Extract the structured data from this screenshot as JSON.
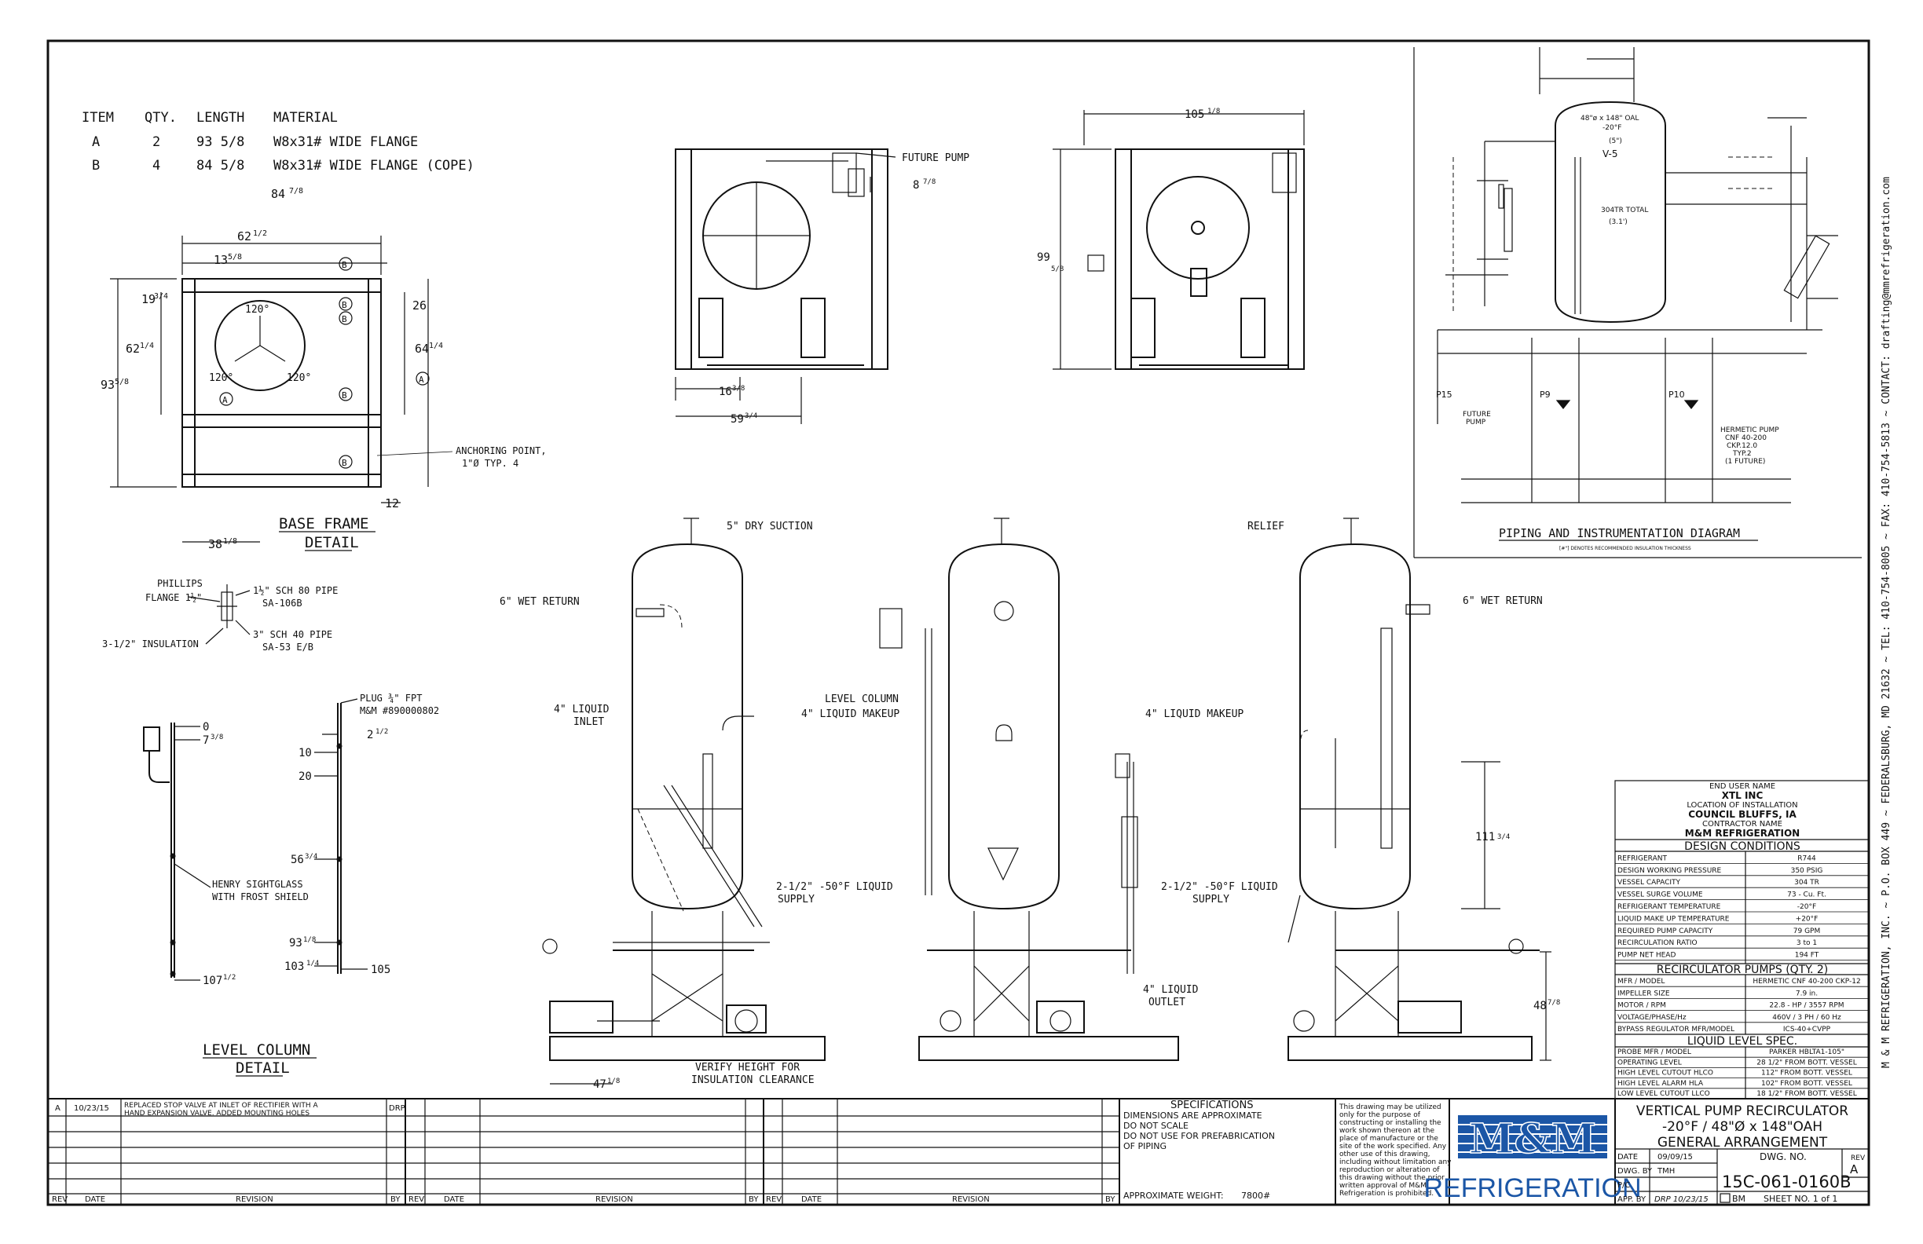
{
  "material_table": {
    "headers": [
      "ITEM",
      "QTY.",
      "LENGTH",
      "MATERIAL"
    ],
    "rows": [
      [
        "A",
        "2",
        "93 5/8",
        "W8x31# WIDE FLANGE"
      ],
      [
        "B",
        "4",
        "84 5/8",
        "W8x31# WIDE FLANGE (COPE)"
      ]
    ]
  },
  "base_frame": {
    "title": "BASE FRAME",
    "subtitle": "DETAIL",
    "dims": [
      "84",
      "62",
      "13",
      "19",
      "62",
      "93",
      "26",
      "64",
      "38",
      "12"
    ],
    "fracs": [
      "7/8",
      "1/2",
      "5/8",
      "3/4",
      "1/4",
      "5/8",
      "",
      "1/4",
      "1/8",
      ""
    ],
    "angles": [
      "120°",
      "120°",
      "120°"
    ],
    "bubbles": [
      "B",
      "B",
      "B",
      "A",
      "B",
      "A",
      "B"
    ],
    "anchor_note": [
      "ANCHORING POINT,",
      "1\"Ø TYP. 4"
    ]
  },
  "flange_detail": {
    "labels": [
      "PHILLIPS",
      "FLANGE 1½\"",
      "1½\" SCH 80 PIPE",
      "SA-106B",
      "3\" SCH 40 PIPE",
      "SA-53 E/B",
      "3-1/2\" INSULATION"
    ]
  },
  "level_column": {
    "title": "LEVEL COLUMN",
    "subtitle": "DETAIL",
    "left_marks": [
      "0",
      "7",
      "107"
    ],
    "left_fracs": [
      "",
      "3/8",
      "1/2"
    ],
    "right_marks": [
      "2",
      "10",
      "20",
      "56",
      "93",
      "103",
      "105"
    ],
    "right_fracs": [
      "1/2",
      "",
      "",
      "3/4",
      "1/8",
      "1/4",
      ""
    ],
    "plug": [
      "PLUG ¾\" FPT",
      "M&M #890000802"
    ],
    "sightglass": [
      "HENRY SIGHTGLASS",
      "WITH FROST SHIELD"
    ]
  },
  "top_view_1": {
    "note": "FUTURE PUMP",
    "dims": [
      "8",
      "16",
      "59"
    ],
    "fracs": [
      "7/8",
      "3/8",
      "3/4"
    ]
  },
  "top_view_2": {
    "dims": [
      "105",
      "99"
    ],
    "fracs": [
      "1/8",
      "5/8"
    ]
  },
  "pid": {
    "title": "PIPING AND INSTRUMENTATION DIAGRAM",
    "note": "[#\"] DENOTES RECOMMENDED INSULATION THICKNESS",
    "vessel": [
      "48\"ø x 148\" OAL",
      "-20°F",
      "(5\")",
      "V-5",
      "304TR TOTAL",
      "(3.1')"
    ],
    "pumps": [
      "P15",
      "FUTURE",
      "PUMP",
      "P9",
      "P10",
      "HERMETIC PUMP",
      "CNF 40-200",
      "CKP.12.0",
      "TYP.2",
      "(1 FUTURE)"
    ]
  },
  "elevations": {
    "front": {
      "labels": [
        "5\" DRY SUCTION",
        "6\" WET RETURN",
        "4\" LIQUID",
        "INLET",
        "4\" LIQUID MAKEUP",
        "2-1/2\" -50°F LIQUID",
        "SUPPLY",
        "VERIFY HEIGHT FOR",
        "INSULATION CLEARANCE"
      ],
      "dim": "47",
      "frac": "1/8"
    },
    "side": {
      "labels": [
        "LEVEL COLUMN",
        "4\" LIQUID",
        "OUTLET"
      ]
    },
    "rear": {
      "labels": [
        "RELIEF",
        "6\" WET RETURN",
        "4\" LIQUID MAKEUP",
        "2-1/2\" -50°F LIQUID",
        "SUPPLY"
      ],
      "dims": [
        "111",
        "48"
      ],
      "fracs": [
        "3/4",
        "7/8"
      ]
    }
  },
  "side_text": "M & M REFRIGERATION, INC. ~ P.O. BOX 449 ~ FEDERALSBURG, MD 21632 ~ TEL: 410-754-8005 ~ FAX: 410-754-5813 ~ CONTACT: drafting@mmrefrigeration.com",
  "project": {
    "end_user_label": "END USER NAME",
    "end_user": "XTL INC",
    "location_label": "LOCATION OF INSTALLATION",
    "location": "COUNCIL BLUFFS, IA",
    "contractor_label": "CONTRACTOR NAME",
    "contractor": "M&M REFRIGERATION"
  },
  "design_conditions": {
    "title": "DESIGN CONDITIONS",
    "rows": [
      [
        "REFRIGERANT",
        "R744"
      ],
      [
        "DESIGN WORKING PRESSURE",
        "350 PSIG"
      ],
      [
        "VESSEL CAPACITY",
        "304 TR"
      ],
      [
        "VESSEL SURGE VOLUME",
        "73 - Cu. Ft."
      ],
      [
        "REFRIGERANT TEMPERATURE",
        "-20°F"
      ],
      [
        "LIQUID MAKE UP TEMPERATURE",
        "+20°F"
      ],
      [
        "REQUIRED PUMP CAPACITY",
        "79 GPM"
      ],
      [
        "RECIRCULATION RATIO",
        "3 to 1"
      ],
      [
        "PUMP NET HEAD",
        "194 FT"
      ]
    ]
  },
  "pumps": {
    "title": "RECIRCULATOR PUMPS (QTY. 2)",
    "rows": [
      [
        "MFR / MODEL",
        "HERMETIC CNF 40-200 CKP-12"
      ],
      [
        "IMPELLER SIZE",
        "7.9 in."
      ],
      [
        "MOTOR / RPM",
        "22.8 - HP / 3557 RPM"
      ],
      [
        "VOLTAGE/PHASE/Hz",
        "460V / 3 PH / 60 Hz"
      ],
      [
        "BYPASS REGULATOR MFR/MODEL",
        "ICS-40+CVPP"
      ]
    ]
  },
  "level_spec": {
    "title": "LIQUID LEVEL SPEC.",
    "rows": [
      [
        "PROBE MFR / MODEL",
        "PARKER HBLTA1-105\""
      ],
      [
        "OPERATING LEVEL",
        "28 1/2\" FROM BOTT. VESSEL"
      ],
      [
        "HIGH LEVEL CUTOUT HLCO",
        "112\" FROM BOTT. VESSEL"
      ],
      [
        "HIGH LEVEL ALARM HLA",
        "102\" FROM BOTT. VESSEL"
      ],
      [
        "LOW LEVEL CUTOUT LLCO",
        "18 1/2\" FROM BOTT. VESSEL"
      ]
    ]
  },
  "revisions": {
    "headers": [
      "REV",
      "DATE",
      "REVISION",
      "BY"
    ],
    "entries": [
      {
        "rev": "A",
        "date": "10/23/15",
        "text1": "REPLACED STOP VALVE AT INLET OF RECTIFIER WITH A",
        "text2": "HAND EXPANSION VALVE. ADDED MOUNTING HOLES",
        "by": "DRP"
      }
    ]
  },
  "specifications": {
    "title": "SPECIFICATIONS",
    "lines": [
      "DIMENSIONS ARE APPROXIMATE",
      "DO NOT SCALE",
      "DO NOT USE FOR PREFABRICATION",
      "OF PIPING"
    ],
    "weight_label": "APPROXIMATE WEIGHT:",
    "weight": "7800#"
  },
  "disclaimer": [
    "This drawing may be utilized",
    "only for the purpose of",
    "constructing or installing the",
    "work shown thereon at the",
    "place of manufacture or the",
    "site of the work specified. Any",
    "other use of this drawing,",
    "including without limitation any",
    "reproduction or alteration of",
    "this drawing without the prior",
    "written approval of M&M",
    "Refrigeration is prohibited."
  ],
  "logo": {
    "top": "M&M",
    "bottom": "REFRIGERATION"
  },
  "title_block": {
    "line1": "VERTICAL PUMP RECIRCULATOR",
    "line2": "-20°F / 48\"Ø x 148\"OAH",
    "line3": "GENERAL ARRANGEMENT",
    "date_label": "DATE",
    "date": "09/09/15",
    "dwg_by_label": "DWG. BY",
    "dwg_by": "TMH",
    "pc_label": "P/C",
    "app_by_label": "APP. BY",
    "app_by": "DRP 10/23/15",
    "dwg_no_label": "DWG. NO.",
    "dwg_no": "15C-061-0160B",
    "rev_label": "REV",
    "rev": "A",
    "bm": "BM",
    "sheet": "SHEET NO.   1 of 1"
  }
}
